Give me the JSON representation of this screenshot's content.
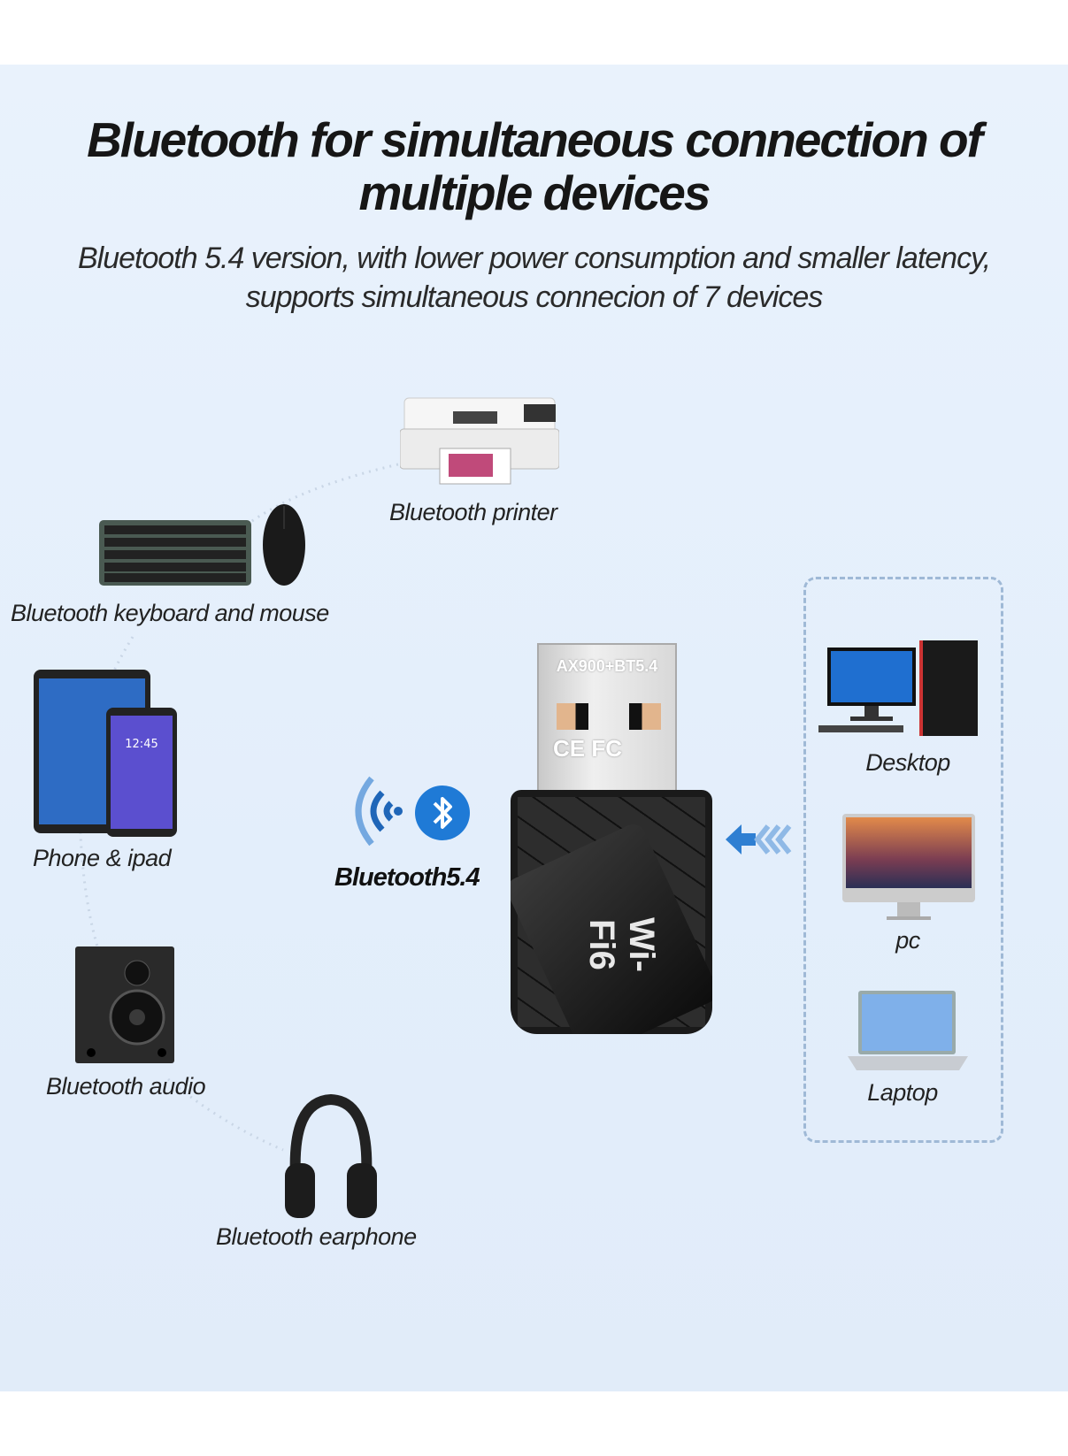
{
  "header": {
    "title_line1": "Bluetooth for simultaneous connection of",
    "title_line2": "multiple devices",
    "subtitle_line1": "Bluetooth 5.4 version, with lower power consumption and smaller latency,",
    "subtitle_line2": "supports simultaneous connecion of 7 devices"
  },
  "devices_left": [
    {
      "label": "Bluetooth printer",
      "icon": "printer-icon"
    },
    {
      "label": "Bluetooth keyboard and mouse",
      "icon": "keyboard-mouse-icon"
    },
    {
      "label": "Phone & ipad",
      "icon": "phone-tablet-icon"
    },
    {
      "label": "Bluetooth audio",
      "icon": "speaker-icon"
    },
    {
      "label": "Bluetooth earphone",
      "icon": "headphones-icon"
    }
  ],
  "center": {
    "bluetooth_label": "Bluetooth5.4",
    "dongle_plug_text": "AX900+BT5.4",
    "dongle_body_text": "Wi-Fi6",
    "certifications": "CE FC"
  },
  "devices_right": [
    {
      "label": "Desktop",
      "icon": "desktop-icon"
    },
    {
      "label": "pc",
      "icon": "monitor-icon"
    },
    {
      "label": "Laptop",
      "icon": "laptop-icon"
    }
  ],
  "colors": {
    "background": "#e5effb",
    "accent_blue": "#1f7ad6",
    "dashed_border": "#9fb9d6"
  }
}
